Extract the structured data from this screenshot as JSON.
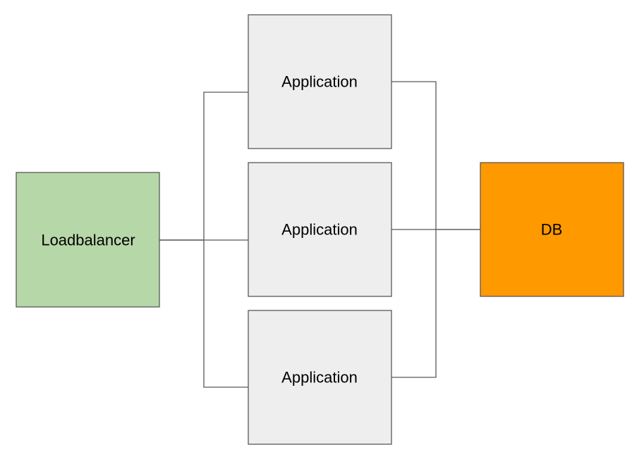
{
  "nodes": {
    "loadbalancer": {
      "label": "Loadbalancer"
    },
    "applications": [
      {
        "label": "Application"
      },
      {
        "label": "Application"
      },
      {
        "label": "Application"
      }
    ],
    "db": {
      "label": "DB"
    }
  },
  "colors": {
    "loadbalancer_fill": "#b6d7a8",
    "application_fill": "#eeeeee",
    "db_fill": "#ff9900",
    "stroke": "#595959"
  }
}
